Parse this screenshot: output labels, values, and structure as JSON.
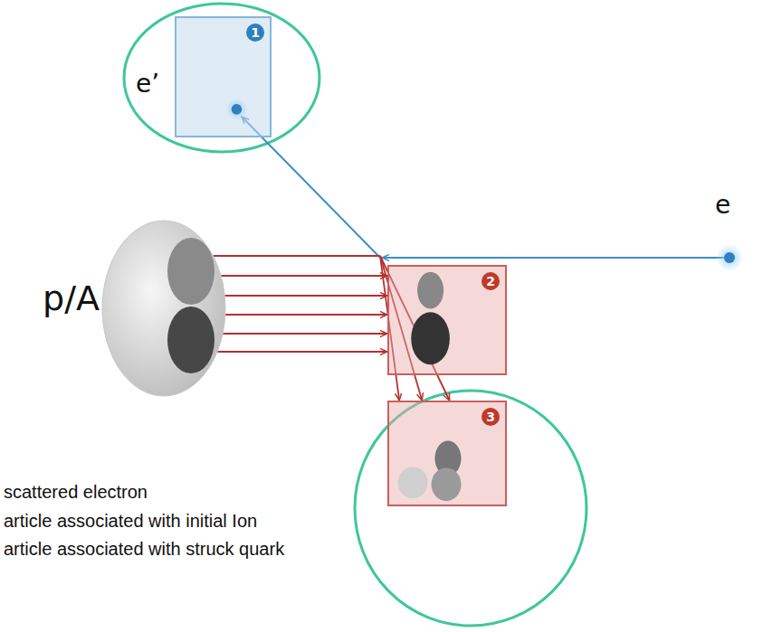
{
  "diagram": {
    "nodes": [
      {
        "text": [
          "1"
        ]
      },
      {
        "text": [
          "p/A"
        ]
      },
      {
        "text": [
          "2"
        ]
      },
      {
        "text": [
          "3"
        ]
      }
    ],
    "edges": [
      {
        "from": 1,
        "to": 2,
        "arrow": "to"
      },
      {
        "from": 1,
        "to": 2,
        "arrow": "to"
      },
      {
        "from": 1,
        "to": 2,
        "arrow": "to"
      },
      {
        "from": 1,
        "to": 2,
        "arrow": "to"
      },
      {
        "from": 1,
        "to": 2,
        "arrow": "to"
      },
      {
        "from": 1,
        "to": 3,
        "arrow": "to"
      }
    ],
    "labels": [
      "e’",
      "e",
      "scattered electron",
      "article associated with initial Ion",
      "article associated with struck quark"
    ]
  }
}
